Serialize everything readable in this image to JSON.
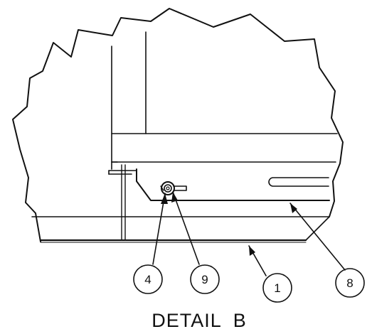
{
  "title": "DETAIL  B",
  "callouts": [
    {
      "id": "c4",
      "label": "4"
    },
    {
      "id": "c9",
      "label": "9"
    },
    {
      "id": "c1",
      "label": "1"
    },
    {
      "id": "c8",
      "label": "8"
    }
  ]
}
